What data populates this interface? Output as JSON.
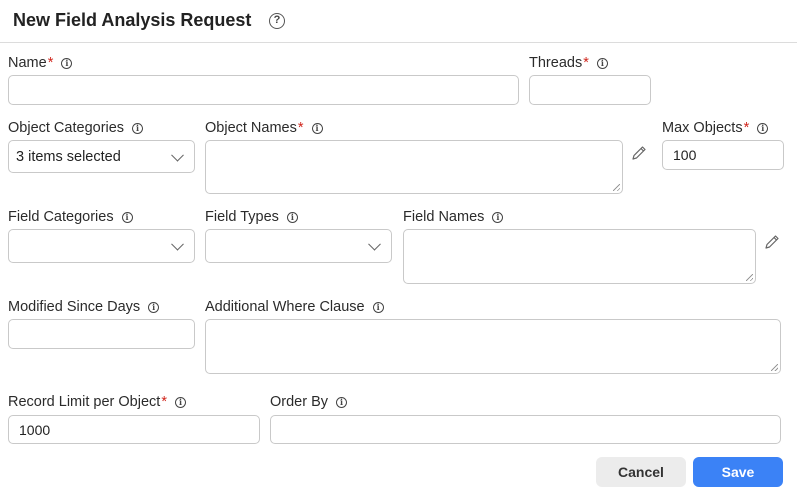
{
  "dialog": {
    "title": "New Field Analysis Request",
    "help_symbol": "?"
  },
  "fields": {
    "name": {
      "label": "Name",
      "required_mark": "*",
      "value": ""
    },
    "threads": {
      "label": "Threads",
      "required_mark": "*",
      "value": ""
    },
    "object_categories": {
      "label": "Object Categories",
      "value": "3 items selected"
    },
    "object_names": {
      "label": "Object Names",
      "required_mark": "*",
      "value": ""
    },
    "max_objects": {
      "label": "Max Objects",
      "required_mark": "*",
      "value": "100"
    },
    "field_categories": {
      "label": "Field Categories",
      "value": ""
    },
    "field_types": {
      "label": "Field Types",
      "value": ""
    },
    "field_names": {
      "label": "Field Names",
      "value": ""
    },
    "modified_since_days": {
      "label": "Modified Since Days",
      "value": ""
    },
    "additional_where_clause": {
      "label": "Additional Where Clause",
      "value": ""
    },
    "record_limit_per_object": {
      "label": "Record Limit per Object",
      "required_mark": "*",
      "value": "1000"
    },
    "order_by": {
      "label": "Order By",
      "value": ""
    }
  },
  "info_symbol": "i",
  "buttons": {
    "cancel": "Cancel",
    "save": "Save"
  },
  "colors": {
    "required": "#d0241b",
    "primary": "#3b82f6",
    "secondary": "#ececec"
  }
}
